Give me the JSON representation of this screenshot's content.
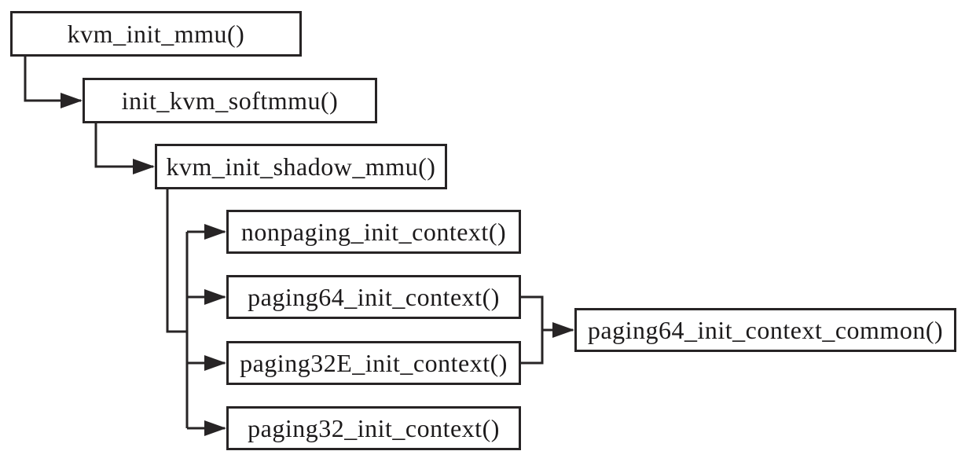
{
  "diagram": {
    "type": "call-graph",
    "description_colors": {
      "line": "#272425",
      "box_border": "#272425",
      "text": "#1c1a1b",
      "background": "#ffffff"
    }
  },
  "nodes": [
    {
      "id": "kvm_init_mmu",
      "label": "kvm_init_mmu()"
    },
    {
      "id": "init_kvm_softmmu",
      "label": "init_kvm_softmmu()"
    },
    {
      "id": "kvm_init_shadow_mmu",
      "label": "kvm_init_shadow_mmu()"
    },
    {
      "id": "nonpaging_init_context",
      "label": "nonpaging_init_context()"
    },
    {
      "id": "paging64_init_context",
      "label": "paging64_init_context()"
    },
    {
      "id": "paging32E_init_context",
      "label": "paging32E_init_context()"
    },
    {
      "id": "paging32_init_context",
      "label": "paging32_init_context()"
    },
    {
      "id": "paging64_init_context_common",
      "label": "paging64_init_context_common()"
    }
  ],
  "edges": [
    {
      "from": "kvm_init_mmu",
      "to": "init_kvm_softmmu"
    },
    {
      "from": "init_kvm_softmmu",
      "to": "kvm_init_shadow_mmu"
    },
    {
      "from": "kvm_init_shadow_mmu",
      "to": "nonpaging_init_context"
    },
    {
      "from": "kvm_init_shadow_mmu",
      "to": "paging64_init_context"
    },
    {
      "from": "kvm_init_shadow_mmu",
      "to": "paging32E_init_context"
    },
    {
      "from": "kvm_init_shadow_mmu",
      "to": "paging32_init_context"
    },
    {
      "from": "paging64_init_context",
      "to": "paging64_init_context_common"
    },
    {
      "from": "paging32E_init_context",
      "to": "paging64_init_context_common"
    }
  ]
}
